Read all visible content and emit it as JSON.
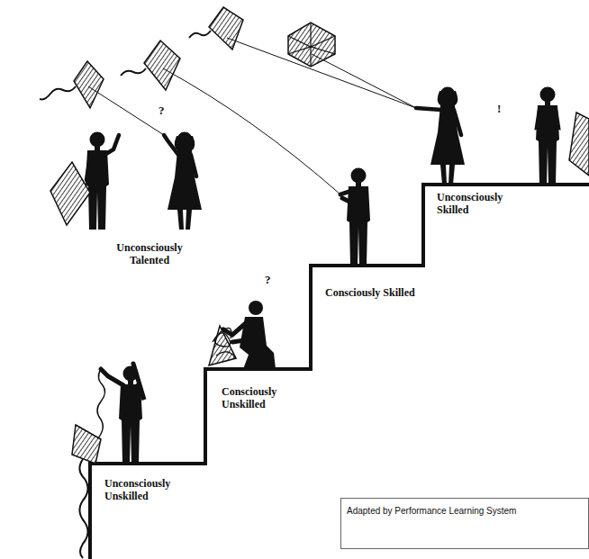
{
  "diagram": {
    "nodes": [
      {
        "text": [
          "Adapted by Performance Learning System"
        ]
      }
    ],
    "labels": [
      "Unconsciously Talented",
      "?",
      "?",
      "Consciously Unskilled",
      "Consciously Skilled",
      "Unconsciously Skilled",
      "!",
      "Unconsciously Unskilled"
    ]
  }
}
